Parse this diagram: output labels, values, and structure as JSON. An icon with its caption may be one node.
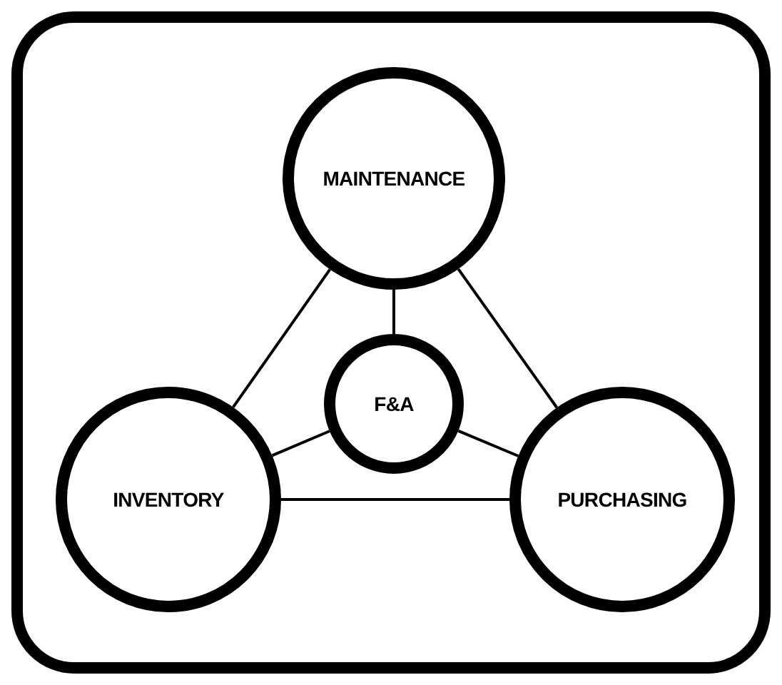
{
  "diagram": {
    "nodes": [
      {
        "text": [],
        "shape": "box"
      },
      {
        "text": [
          "MAINTENANCE"
        ],
        "in": 0
      },
      {
        "text": [
          "F&A"
        ],
        "in": 0
      },
      {
        "text": [
          "INVENTORY"
        ],
        "in": 0
      },
      {
        "text": [
          "PURCHASING"
        ],
        "in": 0
      }
    ],
    "edges": [
      {
        "from": 1,
        "to": 3,
        "arrow": "none"
      },
      {
        "from": 1,
        "to": 4,
        "arrow": "none"
      },
      {
        "from": 1,
        "to": 2,
        "arrow": "none"
      },
      {
        "from": 2,
        "to": 3,
        "arrow": "none"
      },
      {
        "from": 2,
        "to": 4,
        "arrow": "none"
      },
      {
        "from": 3,
        "to": 4,
        "arrow": "none"
      }
    ]
  }
}
